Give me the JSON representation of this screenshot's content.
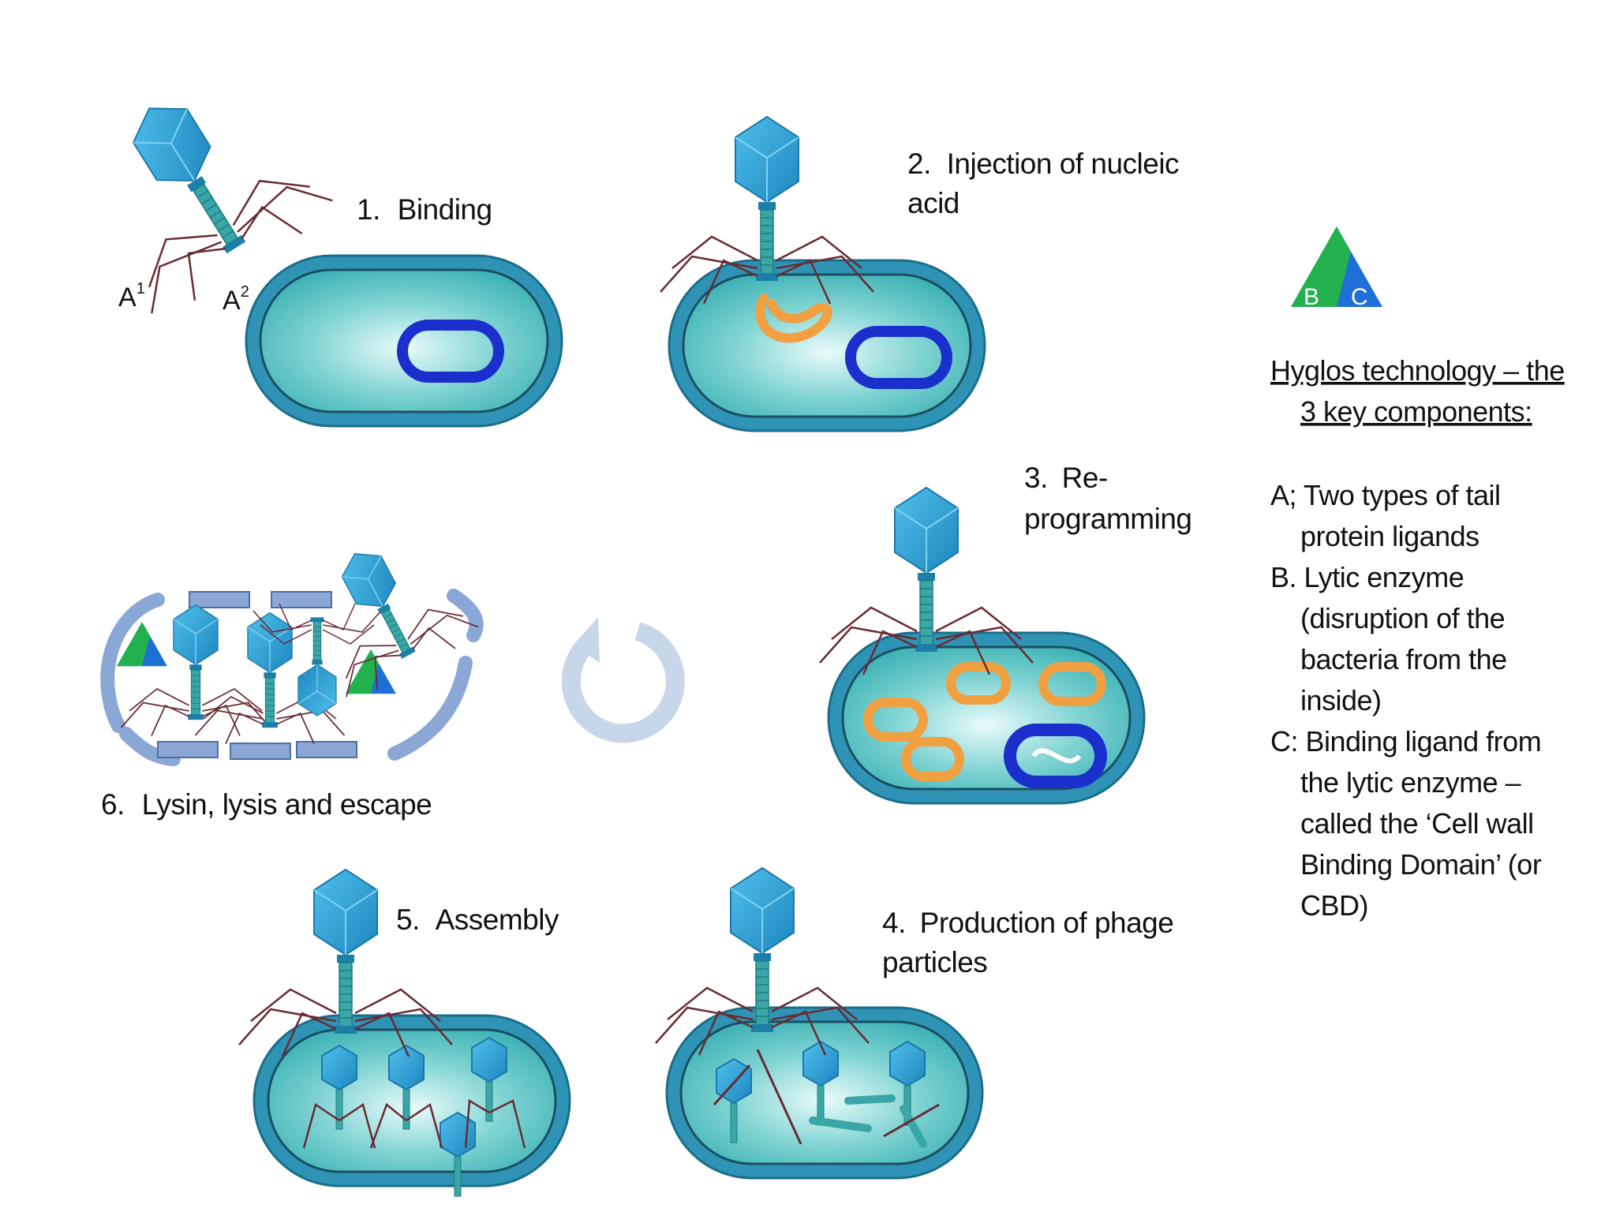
{
  "steps": [
    {
      "number": "1.",
      "label": "Binding"
    },
    {
      "number": "2.",
      "label_line1": "Injection of nucleic",
      "label_line2": "acid"
    },
    {
      "number": "3.",
      "label_line1": "Re-",
      "label_line2": "programming"
    },
    {
      "number": "4.",
      "label_line1": "Production of phage",
      "label_line2": "particles"
    },
    {
      "number": "5.",
      "label": "Assembly"
    },
    {
      "number": "6.",
      "label": "Lysin, lysis and escape"
    }
  ],
  "tail_labels": {
    "a1": "A",
    "a1_sup": "1",
    "a2": "A",
    "a2_sup": "2"
  },
  "legend": {
    "triangle": {
      "letter_b": "B",
      "letter_c": "C"
    },
    "title_line1": "Hyglos technology – the",
    "title_line2": "3 key components:",
    "items": [
      {
        "line1": "A; Two types of tail",
        "line2": "protein ligands"
      },
      {
        "line1": "B. Lytic enzyme",
        "line2": "(disruption of the",
        "line3": "bacteria from the",
        "line4": "inside)"
      },
      {
        "line1": "C: Binding ligand from",
        "line2": "the lytic enzyme –",
        "line3": "called the ‘Cell wall",
        "line4": "Binding Domain’ (or",
        "line5": "CBD)"
      }
    ]
  },
  "colors": {
    "phage_head": "#2a9fd0",
    "cell_outer": "#2f93b5",
    "cell_inner": "#5fc7c8",
    "dna_blue": "#1428b8",
    "phage_dna": "#f0a040",
    "triangle_green": "#22b14c",
    "triangle_blue": "#1e6fd6",
    "cycle_arrow": "#c8d6ea"
  }
}
